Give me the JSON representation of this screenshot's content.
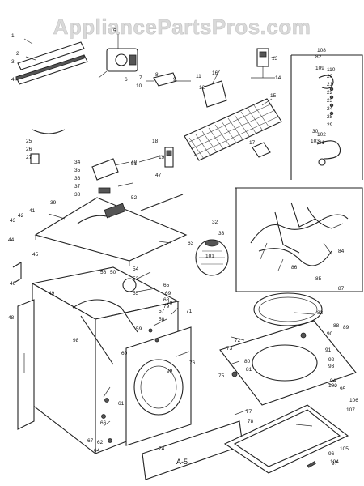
{
  "watermark": "AppliancePartsPros.com",
  "page_code": "A-5",
  "callouts": [
    "1",
    "2",
    "3",
    "4",
    "5",
    "6",
    "7",
    "8",
    "9",
    "10",
    "11",
    "12",
    "13",
    "14",
    "15",
    "16",
    "17",
    "18",
    "19",
    "20",
    "21",
    "22",
    "23",
    "24",
    "25",
    "26",
    "27",
    "28",
    "29",
    "30",
    "31",
    "32",
    "33",
    "34",
    "35",
    "36",
    "37",
    "38",
    "39",
    "40",
    "41",
    "42",
    "43",
    "44",
    "45",
    "46",
    "47",
    "48",
    "49",
    "50",
    "51",
    "52",
    "53",
    "54",
    "55",
    "56",
    "57",
    "58",
    "59",
    "60",
    "61",
    "62",
    "63",
    "64",
    "65",
    "66",
    "67",
    "68",
    "69",
    "70",
    "71",
    "72",
    "73",
    "74",
    "75",
    "76",
    "77",
    "78",
    "79",
    "80",
    "81",
    "82",
    "83",
    "84",
    "85",
    "86",
    "87",
    "88",
    "89",
    "90",
    "91",
    "92",
    "93",
    "94",
    "95",
    "96",
    "97",
    "98",
    "99",
    "100",
    "101",
    "102",
    "103",
    "104",
    "105",
    "106",
    "107",
    "108",
    "109",
    "110"
  ]
}
